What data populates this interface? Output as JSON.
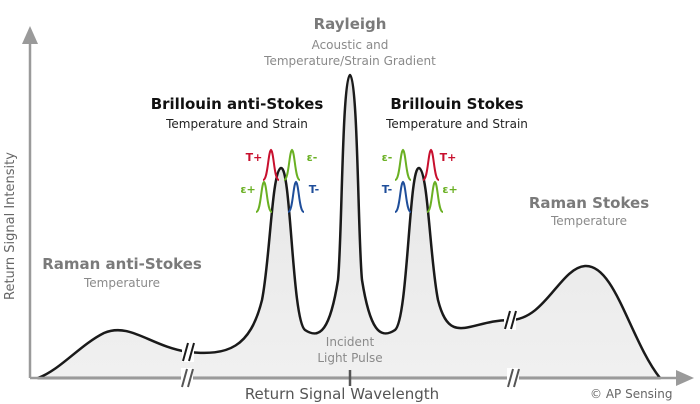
{
  "peaks": {
    "rayleigh": {
      "title": "Rayleigh",
      "line1": "Acoustic and",
      "line2": "Temperature/Strain Gradient"
    },
    "brillouin_anti": {
      "title": "Brillouin anti-Stokes",
      "subtitle": "Temperature and Strain"
    },
    "brillouin_stokes": {
      "title": "Brillouin Stokes",
      "subtitle": "Temperature and Strain"
    },
    "raman_anti": {
      "title": "Raman anti-Stokes",
      "subtitle": "Temperature"
    },
    "raman_stokes": {
      "title": "Raman Stokes",
      "subtitle": "Temperature"
    }
  },
  "incident": {
    "line1": "Incident",
    "line2": "Light Pulse"
  },
  "axes": {
    "x_label": "Return Signal Wavelength",
    "y_label": "Return Signal Intensity"
  },
  "copyright": "© AP Sensing",
  "markers": {
    "left": [
      {
        "text": "T+",
        "color": "#c8102e"
      },
      {
        "text": "ε+",
        "color": "#6ab023"
      },
      {
        "text": "ε-",
        "color": "#6ab023"
      },
      {
        "text": "T-",
        "color": "#1f4e9a"
      }
    ],
    "right": [
      {
        "text": "ε-",
        "color": "#6ab023"
      },
      {
        "text": "T-",
        "color": "#1f4e9a"
      },
      {
        "text": "T+",
        "color": "#c8102e"
      },
      {
        "text": "ε+",
        "color": "#6ab023"
      }
    ]
  },
  "colors": {
    "curve_fill": "#e9e9e9",
    "curve_stroke": "#1a1a1a",
    "red": "#c8102e",
    "green": "#6ab023",
    "blue": "#1f4e9a"
  }
}
